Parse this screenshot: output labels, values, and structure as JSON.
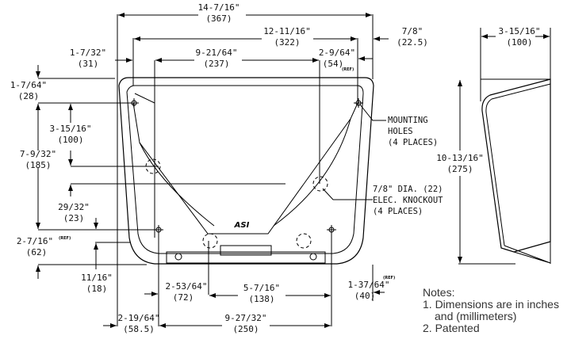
{
  "front_view": {
    "dims": {
      "overall_width": {
        "in": "14-7/16\"",
        "mm": "(367)"
      },
      "mount_width": {
        "in": "12-11/16\"",
        "mm": "(322)"
      },
      "left_offset": {
        "in": "1-7/32\"",
        "mm": "(31)"
      },
      "knockout_width": {
        "in": "9-21/64\"",
        "mm": "(237)"
      },
      "right_knockout_offset": {
        "in": "2-9/64\"",
        "mm": "(54)",
        "note": "(REF)"
      },
      "right_offset": {
        "in": "7/8\"",
        "mm": "(22.5)"
      },
      "top_to_hole": {
        "in": "1-7/64\"",
        "mm": "(28)"
      },
      "hole_to_knockout": {
        "in": "3-15/16\"",
        "mm": "(100)"
      },
      "hole_spacing_v": {
        "in": "7-9/32\"",
        "mm": "(185)"
      },
      "knockout_to_lower": {
        "in": "29/32\"",
        "mm": "(23)"
      },
      "bottom_hole_height": {
        "in": "2-7/16\"",
        "mm": "(62)",
        "note": "(REF)"
      },
      "bottom_offset": {
        "in": "11/16\"",
        "mm": "(18)"
      },
      "left_knockout_bottom": {
        "in": "2-53/64\"",
        "mm": "(72)"
      },
      "bottom_knockout_spacing": {
        "in": "5-7/16\"",
        "mm": "(138)"
      },
      "bottom_hole_spacing": {
        "in": "9-27/32\"",
        "mm": "(250)"
      },
      "left_bottom_offset": {
        "in": "2-19/64\"",
        "mm": "(58.5)"
      },
      "right_bottom_offset": {
        "in": "1-37/64\"",
        "mm": "(40)",
        "note": "(REF)"
      }
    },
    "callouts": {
      "mounting_holes": [
        "MOUNTING",
        "HOLES",
        "(4 PLACES)"
      ],
      "knockout": [
        "7/8\" DIA. (22)",
        "ELEC. KNOCKOUT",
        "(4 PLACES)"
      ]
    },
    "logo": "ASI"
  },
  "side_view": {
    "depth": {
      "in": "3-15/16\"",
      "mm": "(100)"
    },
    "height": {
      "in": "10-13/16\"",
      "mm": "(275)"
    }
  },
  "notes": {
    "title": "Notes:",
    "items": [
      "1. Dimensions are in inches",
      "and (millimeters)",
      "2. Patented"
    ]
  }
}
